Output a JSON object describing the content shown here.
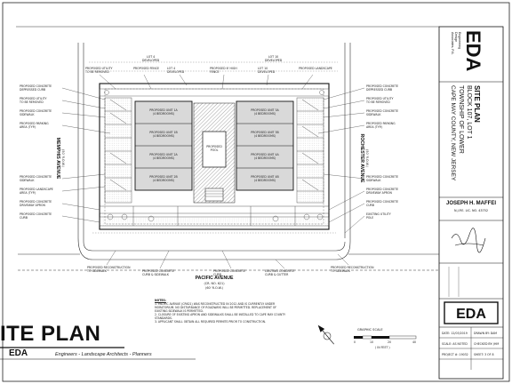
{
  "sheet": {
    "title": "SITE PLAN",
    "title_visible": "ITE PLAN",
    "firm_short": "EDA",
    "firm_disciplines": "Engineers - Landscape Architects - Planners"
  },
  "streets": {
    "top_left_label": "LOT 4\nDEVELOPED",
    "top_right_label": "LOT 10\nDEVELOPED",
    "bottom": {
      "name": "PACIFIC AVENUE",
      "line1": "(CR. NO. 621)",
      "line2": "(60' R.O.W.)"
    },
    "left": {
      "name": "MEMPHIS AVENUE",
      "line1": "(50' R.O.W.)"
    },
    "right": {
      "name": "ROCHESTER AVENUE",
      "line1": "(50' R.O.W.)"
    }
  },
  "buildings": {
    "units": [
      "PROPOSED UNIT 1A",
      "PROPOSED UNIT 1B",
      "PROPOSED UNIT 2A",
      "PROPOSED UNIT 2B",
      "PROPOSED UNIT 3A",
      "PROPOSED UNIT 3B",
      "PROPOSED UNIT 4A",
      "PROPOSED UNIT 4B"
    ],
    "unit_sub": "(4 BEDROOMS)",
    "courtyard": "PROPOSED\nPOOL"
  },
  "callouts": {
    "left": [
      "PROPOSED CONCRETE\nDEPRESSED CURB",
      "PROPOSED UTILITY\nTO BE REMOVED",
      "PROPOSED CONCRETE\nSIDEWALK",
      "PROPOSED PARKING\nAREA (TYP.)",
      "PROPOSED CONCRETE\nSIDEWALK",
      "PROPOSED LANDSCAPE\nAREA (TYP.)",
      "PROPOSED CONCRETE\nDRIVEWAY APRON",
      "PROPOSED CONCRETE\nCURB"
    ],
    "right": [
      "PROPOSED CONCRETE\nDEPRESSED CURB",
      "PROPOSED UTILITY\nTO BE REMOVED",
      "PROPOSED CONCRETE\nSIDEWALK",
      "PROPOSED PARKING\nAREA (TYP.)",
      "PROPOSED CONCRETE\nSIDEWALK",
      "PROPOSED CONCRETE\nDRIVEWAY APRON",
      "PROPOSED CONCRETE\nCURB",
      "EXISTING UTILITY\nPOLE"
    ],
    "top": [
      "PROPOSED UTILITY\nTO BE REMOVED",
      "PROPOSED FENCE",
      "LOT 4\nDEVELOPED",
      "PROPOSED 6' HIGH\nFENCE",
      "LOT 10\nDEVELOPED",
      "PROPOSED LANDSCAPE"
    ],
    "bottom": [
      "PROPOSED RECONSTRUCTION\nTO SIDEWALK",
      "PROPOSED CONCRETE\nCURB & SIDEWALK",
      "PROPOSED CONCRETE\nCURB",
      "EXISTING CONCRETE\nCURB & GUTTER",
      "PROPOSED RECONSTRUCTION\nTO SIDEWALK"
    ]
  },
  "notes": {
    "title": "NOTES:",
    "items": [
      "1. PACIFIC AVENUE (CR621) WAS RECONSTRUCTED IN 2012 AND IS CURRENTLY UNDER MORATORIUM. NO DISTURBANCE OF ROADWAYS WILL BE PERMITTED. REPLACEMENT OF EXISTING SIDEWALK IS PERMITTED.",
      "2. CLOSURE OF EXISTING APRON AND SIDEWALKS SHALL BE INSTALLED TO CAPE MAY COUNTY STANDARDS.",
      "3. APPLICANT SHALL OBTAIN ALL REQUIRED PERMITS PRIOR TO CONSTRUCTION."
    ]
  },
  "scale": {
    "label": "GRAPHIC SCALE",
    "ticks": [
      "0",
      "10",
      "20",
      "40"
    ],
    "units": "( IN FEET )"
  },
  "title_block": {
    "logo": "EDA",
    "logo_sub": "Engineering\nDesign\nAssociates, P.A.",
    "sheet_title": "SITE PLAN",
    "block_lot": "BLOCK 107, LOT 1",
    "municipality": "TOWNSHIP OF LOWER",
    "county": "CAPE MAY COUNTY, NEW JERSEY",
    "prepared_by": "JOSEPH H. MAFFEI",
    "license": "N.J.P.E. LIC. NO. 43752",
    "stamp_logo": "EDA",
    "date_label": "DATE: 12/03/2019",
    "drawn_label": "DRAWN BY: DAM",
    "scale_label": "SCALE: AS NOTED",
    "checked_label": "CHECKED BY: JHM",
    "project_label": "PROJECT #: 19032",
    "sheet_label": "SHEET: 3 OF 8"
  }
}
